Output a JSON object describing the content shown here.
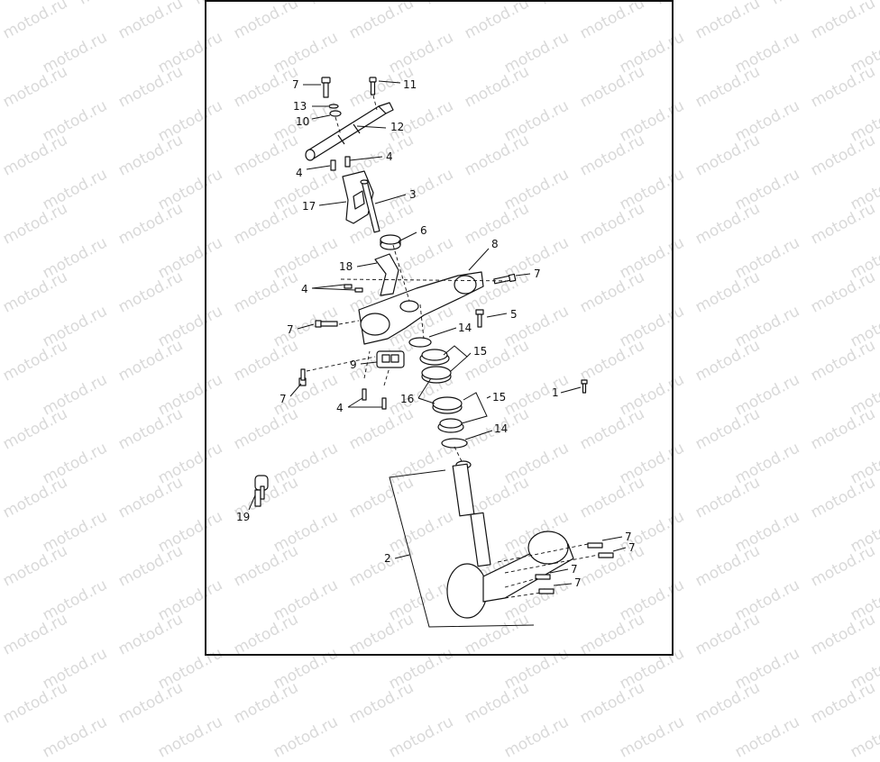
{
  "diagram": {
    "watermark": "motod.ru",
    "callouts": [
      {
        "id": "c7a",
        "text": "7"
      },
      {
        "id": "c11",
        "text": "11"
      },
      {
        "id": "c13",
        "text": "13"
      },
      {
        "id": "c10",
        "text": "10"
      },
      {
        "id": "c12",
        "text": "12"
      },
      {
        "id": "c4a",
        "text": "4"
      },
      {
        "id": "c4b",
        "text": "4"
      },
      {
        "id": "c3",
        "text": "3"
      },
      {
        "id": "c17",
        "text": "17"
      },
      {
        "id": "c6",
        "text": "6"
      },
      {
        "id": "c8",
        "text": "8"
      },
      {
        "id": "c18",
        "text": "18"
      },
      {
        "id": "c7b",
        "text": "7"
      },
      {
        "id": "c4c",
        "text": "4"
      },
      {
        "id": "c5",
        "text": "5"
      },
      {
        "id": "c7c",
        "text": "7"
      },
      {
        "id": "c14a",
        "text": "14"
      },
      {
        "id": "c15a",
        "text": "15"
      },
      {
        "id": "c9",
        "text": "9"
      },
      {
        "id": "c7d",
        "text": "7"
      },
      {
        "id": "c1",
        "text": "1"
      },
      {
        "id": "c16",
        "text": "16"
      },
      {
        "id": "c15b",
        "text": "15"
      },
      {
        "id": "c4d",
        "text": "4"
      },
      {
        "id": "c14b",
        "text": "14"
      },
      {
        "id": "c19",
        "text": "19"
      },
      {
        "id": "c2",
        "text": "2"
      },
      {
        "id": "c7e",
        "text": "7"
      },
      {
        "id": "c7f",
        "text": "7"
      },
      {
        "id": "c7g",
        "text": "7"
      },
      {
        "id": "c7h",
        "text": "7"
      }
    ]
  }
}
